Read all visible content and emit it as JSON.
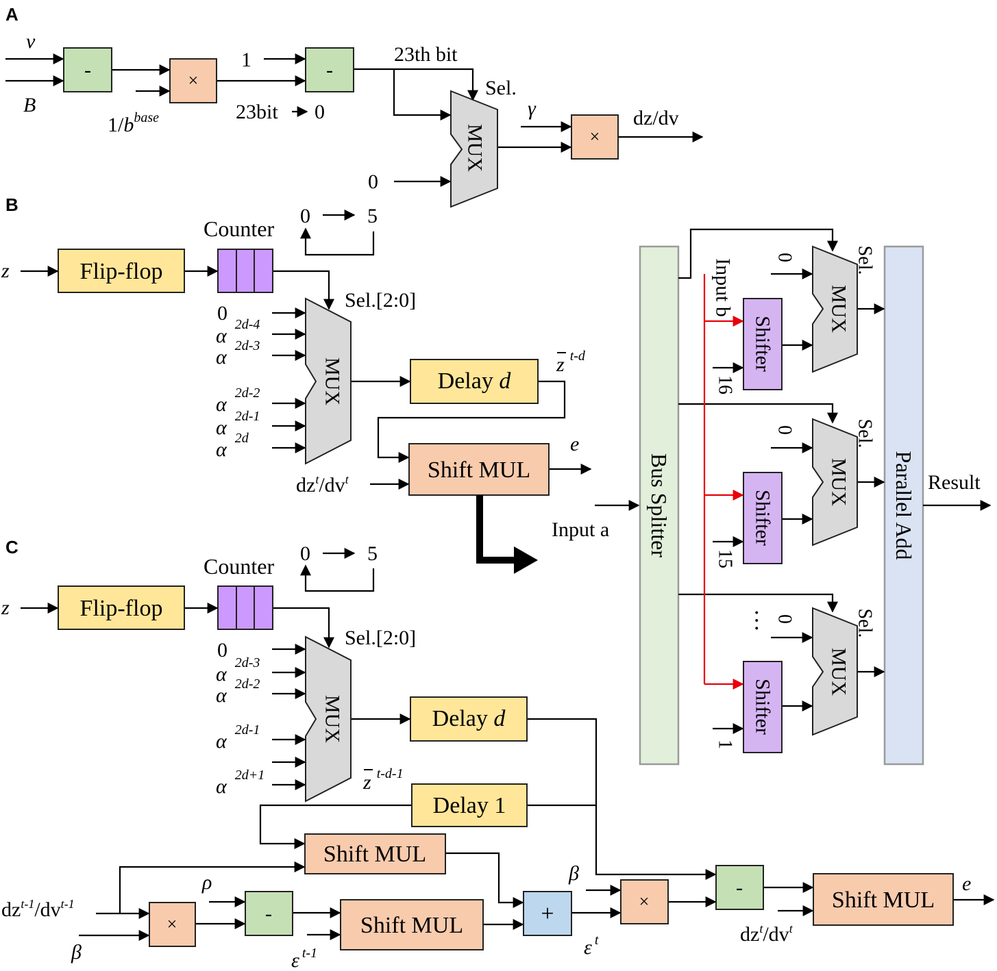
{
  "panels": [
    "A",
    "B",
    "C"
  ],
  "colors": {
    "subtract": "#c5e0b4",
    "multiply": "#f8cbad",
    "flipflop": "#ffe699",
    "counter": "#cc99ff",
    "mux": "#d9d9d9",
    "add": "#bdd7ee",
    "shifter": "#d5b4f2",
    "bus_splitter": "#e2efda",
    "parallel_add": "#dae3f3",
    "wire": "#000000",
    "red_wire": "#e8000b"
  },
  "panel_a": {
    "v": "v",
    "B": "B",
    "minus": "-",
    "times": "×",
    "one_over": "1/",
    "b": "b",
    "base": "base",
    "one": "1",
    "bit23_text": "23bit",
    "bit23_zero": "0",
    "bit23_label": "23th bit",
    "sel": "Sel.",
    "mux": "MUX",
    "zero": "0",
    "gamma": "γ",
    "dzdv": "dz/dv"
  },
  "panel_b": {
    "z": "z",
    "flipflop": "Flip-flop",
    "counter": "Counter",
    "count_from": "0",
    "count_to": "5",
    "sel": "Sel.[2:0]",
    "mux": "MUX",
    "zero": "0",
    "alpha": "α",
    "exponents": [
      "2d-4",
      "2d-3",
      "2d-2",
      "2d-1",
      "2d"
    ],
    "delay_text": "Delay ",
    "delay_var": "d",
    "zbar": "z",
    "zbar_sup": "t-d",
    "shiftmul": "Shift MUL",
    "e": "e",
    "dz": "dz",
    "dv": "/dv",
    "t": "t"
  },
  "panel_c": {
    "z": "z",
    "flipflop": "Flip-flop",
    "counter": "Counter",
    "count_from": "0",
    "count_to": "5",
    "sel": "Sel.[2:0]",
    "mux": "MUX",
    "zero": "0",
    "alpha": "α",
    "exponents": [
      "2d-3",
      "2d-2",
      "2d-1",
      "2d+1"
    ],
    "delay_text": "Delay ",
    "delay_var": "d",
    "zbar": "z",
    "zbar_sup": "t-d-1",
    "delay1": "Delay 1",
    "shiftmul": "Shift MUL",
    "dz": "dz",
    "dv": "/dv",
    "tm1": "t-1",
    "t": "t",
    "beta": "β",
    "rho": "ρ",
    "minus": "-",
    "times": "×",
    "plus": "+",
    "epsilon": "ε",
    "e": "e"
  },
  "shift_mul_detail": {
    "input_a": "Input a",
    "input_b": "Input b",
    "bus_splitter": "Bus Splitter",
    "parallel_add": "Parallel Add",
    "result": "Result",
    "shifter": "Shifter",
    "mux": "MUX",
    "sel": "Sel.",
    "zero": "0",
    "shift_amounts": [
      "16",
      "15",
      "1"
    ],
    "ellipsis": "…"
  }
}
